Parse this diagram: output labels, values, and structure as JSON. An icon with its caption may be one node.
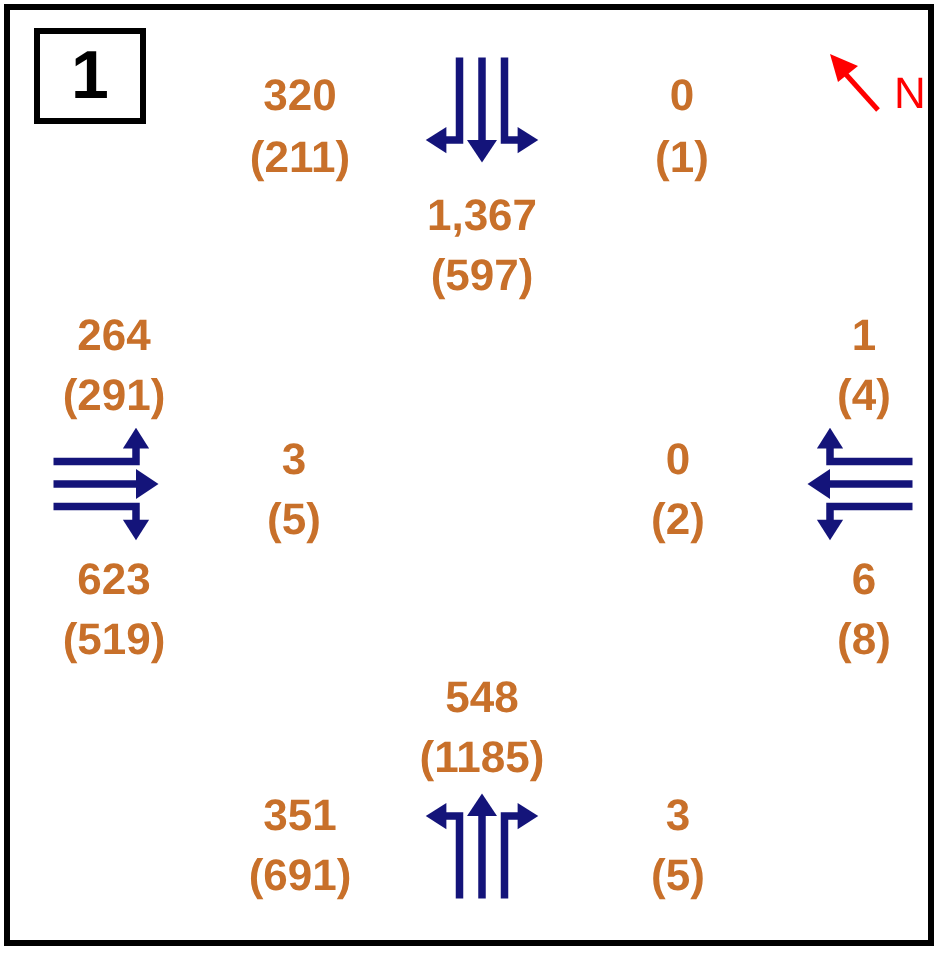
{
  "diagram": {
    "nodes": [
      {
        "text": [
          "1"
        ]
      }
    ],
    "labels": [
      "320",
      "0",
      "(211)",
      "(1)",
      "1,367",
      "(597)",
      "264",
      "1",
      "(291)",
      "(4)",
      "3",
      "0",
      "(5)",
      "(2)",
      "623",
      "6",
      "(519)",
      "(8)",
      "548",
      "(1185)",
      "351",
      "3",
      "(691)",
      "(5)",
      "N"
    ]
  }
}
